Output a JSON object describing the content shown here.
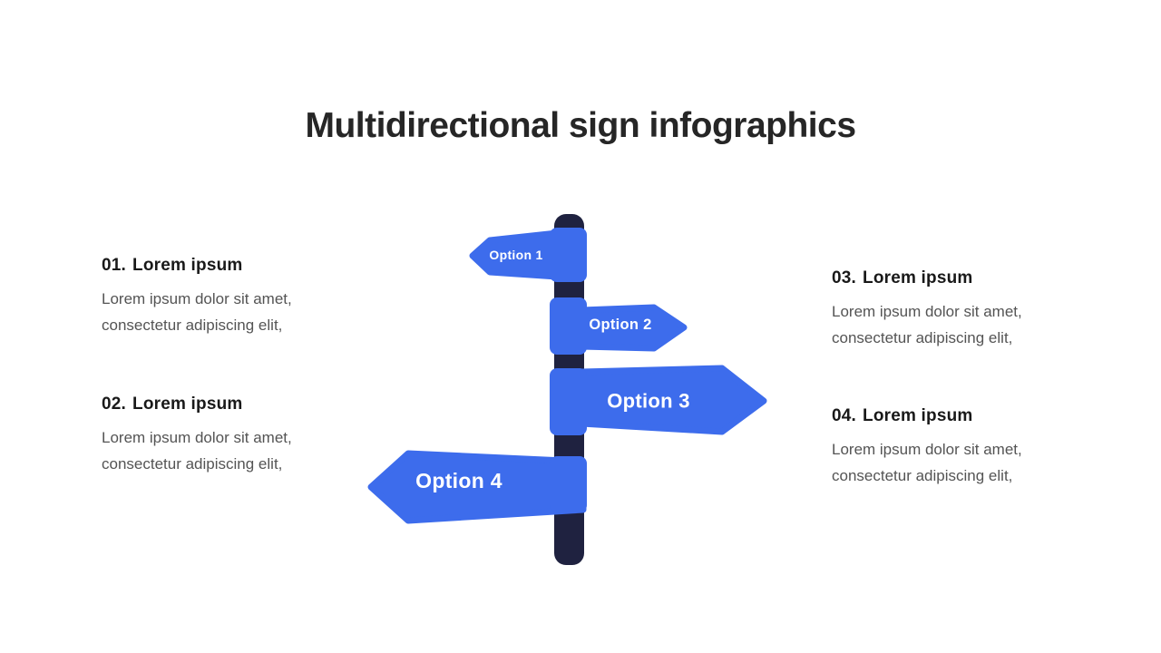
{
  "title": "Multidirectional sign infographics",
  "colors": {
    "background": "#FFFFFF",
    "accent": "#3D6CEC",
    "pole": "#1F2240",
    "title_text": "#262626",
    "heading_text": "#191919",
    "body_text": "#545454",
    "sign_text": "#FFFFFF"
  },
  "signpost": {
    "signs": [
      {
        "label": "Option 1",
        "direction": "left"
      },
      {
        "label": "Option 2",
        "direction": "right"
      },
      {
        "label": "Option 3",
        "direction": "right"
      },
      {
        "label": "Option 4",
        "direction": "left"
      }
    ]
  },
  "blocks": [
    {
      "number": "01.",
      "heading": "Lorem ipsum",
      "body": [
        "Lorem ipsum dolor sit amet,",
        "consectetur adipiscing elit,"
      ]
    },
    {
      "number": "02.",
      "heading": "Lorem ipsum",
      "body": [
        "Lorem ipsum dolor sit amet,",
        "consectetur adipiscing elit,"
      ]
    },
    {
      "number": "03.",
      "heading": "Lorem ipsum",
      "body": [
        "Lorem ipsum dolor sit amet,",
        "consectetur adipiscing elit,"
      ]
    },
    {
      "number": "04.",
      "heading": "Lorem ipsum",
      "body": [
        "Lorem ipsum dolor sit amet,",
        "consectetur adipiscing elit,"
      ]
    }
  ]
}
